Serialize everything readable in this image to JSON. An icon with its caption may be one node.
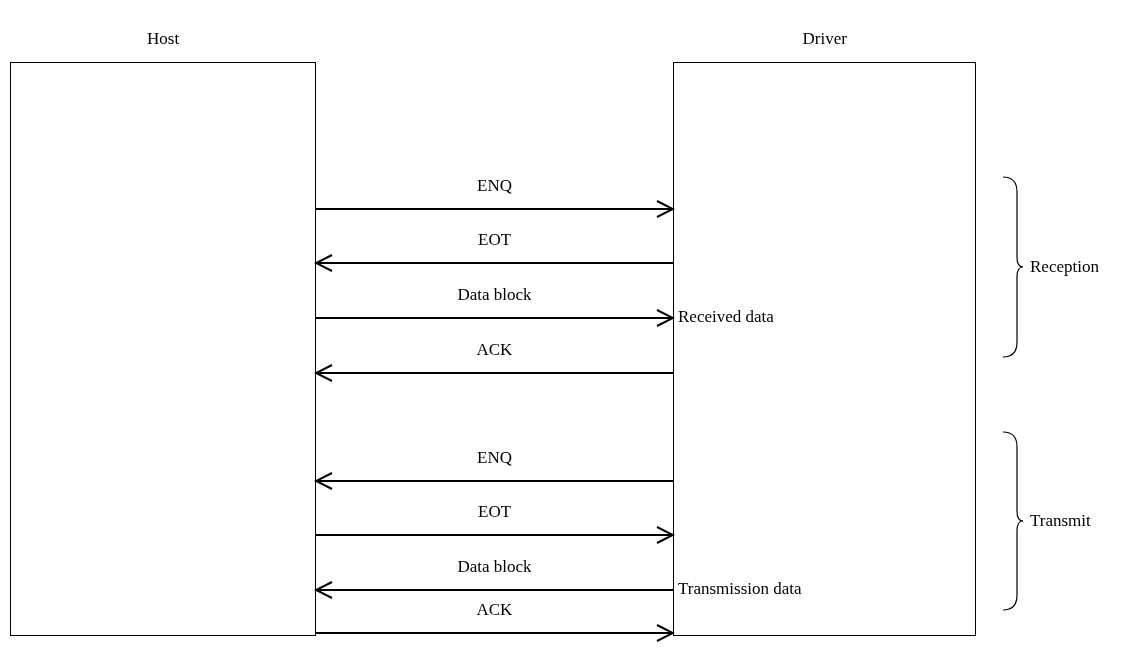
{
  "diagram": {
    "nodes": [
      {
        "text": [
          "Host"
        ]
      },
      {
        "text": [
          "Driver",
          "Received data",
          "Transmission data"
        ]
      }
    ],
    "edges": [
      {
        "from": 0,
        "to": 1,
        "arrow": "to",
        "label": "ENQ"
      },
      {
        "from": 1,
        "to": 0,
        "arrow": "to",
        "label": "EOT"
      },
      {
        "from": 0,
        "to": 1,
        "arrow": "to",
        "label": "Data block"
      },
      {
        "from": 1,
        "to": 0,
        "arrow": "to",
        "label": "ACK"
      },
      {
        "from": 1,
        "to": 0,
        "arrow": "to",
        "label": "ENQ"
      },
      {
        "from": 0,
        "to": 1,
        "arrow": "to",
        "label": "EOT"
      },
      {
        "from": 1,
        "to": 0,
        "arrow": "to",
        "label": "Data block"
      },
      {
        "from": 0,
        "to": 1,
        "arrow": "to",
        "label": "ACK"
      }
    ],
    "labels": [
      "Reception",
      "Transmit"
    ]
  }
}
